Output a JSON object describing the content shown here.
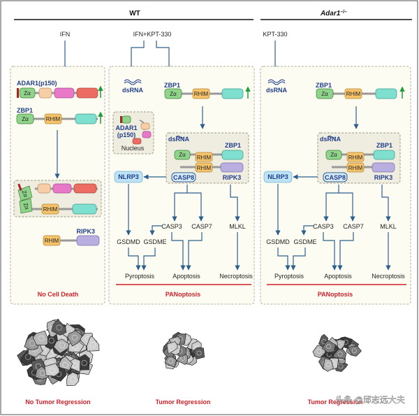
{
  "headers": {
    "wt": "WT",
    "adar_ko": "Adar1",
    "adar_ko_sup": "–/–"
  },
  "treatments": {
    "ifn": "IFN",
    "ifn_kpt": "IFN+KPT-330",
    "kpt": "KPT-330"
  },
  "labels": {
    "adar1_p150": "ADAR1(p150)",
    "zbp1": "ZBP1",
    "za": "Zα",
    "rhim": "RHIM",
    "ripk3": "RIPK3",
    "dsrna": "dsRNA",
    "adar1_line1": "ADAR1",
    "adar1_line2": "(p150)",
    "nucleus": "Nucleus",
    "nlrp3": "NLRP3",
    "casp8": "CASP8",
    "casp3": "CASP3",
    "casp7": "CASP7",
    "mlkl": "MLKL",
    "gsdmd": "GSDMD",
    "gsdme": "GSDME",
    "pyroptosis": "Pyroptosis",
    "apoptosis": "Apoptosis",
    "necroptosis": "Necroptosis"
  },
  "outcomes": {
    "no_cell_death": "No Cell Death",
    "panoptosis_mid": "PANoptosis",
    "panoptosis_right": "PANoptosis"
  },
  "tumors": {
    "left": "No Tumor Regression",
    "mid": "Tumor Regression",
    "right": "Tumor Regression"
  },
  "watermark": "头条 @邱志远大夫",
  "colors": {
    "arrow": "#2d5f8e",
    "label_blue": "#1f3d8a",
    "outcome_red": "#d1202a",
    "za_green": "#8fd48a",
    "rhim_orange": "#f6c36a",
    "teal": "#7fe0cf",
    "peach": "#f6cfa8",
    "pink": "#e878c8",
    "salmon": "#ec6b62",
    "lavender": "#b9aee0",
    "nlrp3_fill": "#bde3f5"
  }
}
